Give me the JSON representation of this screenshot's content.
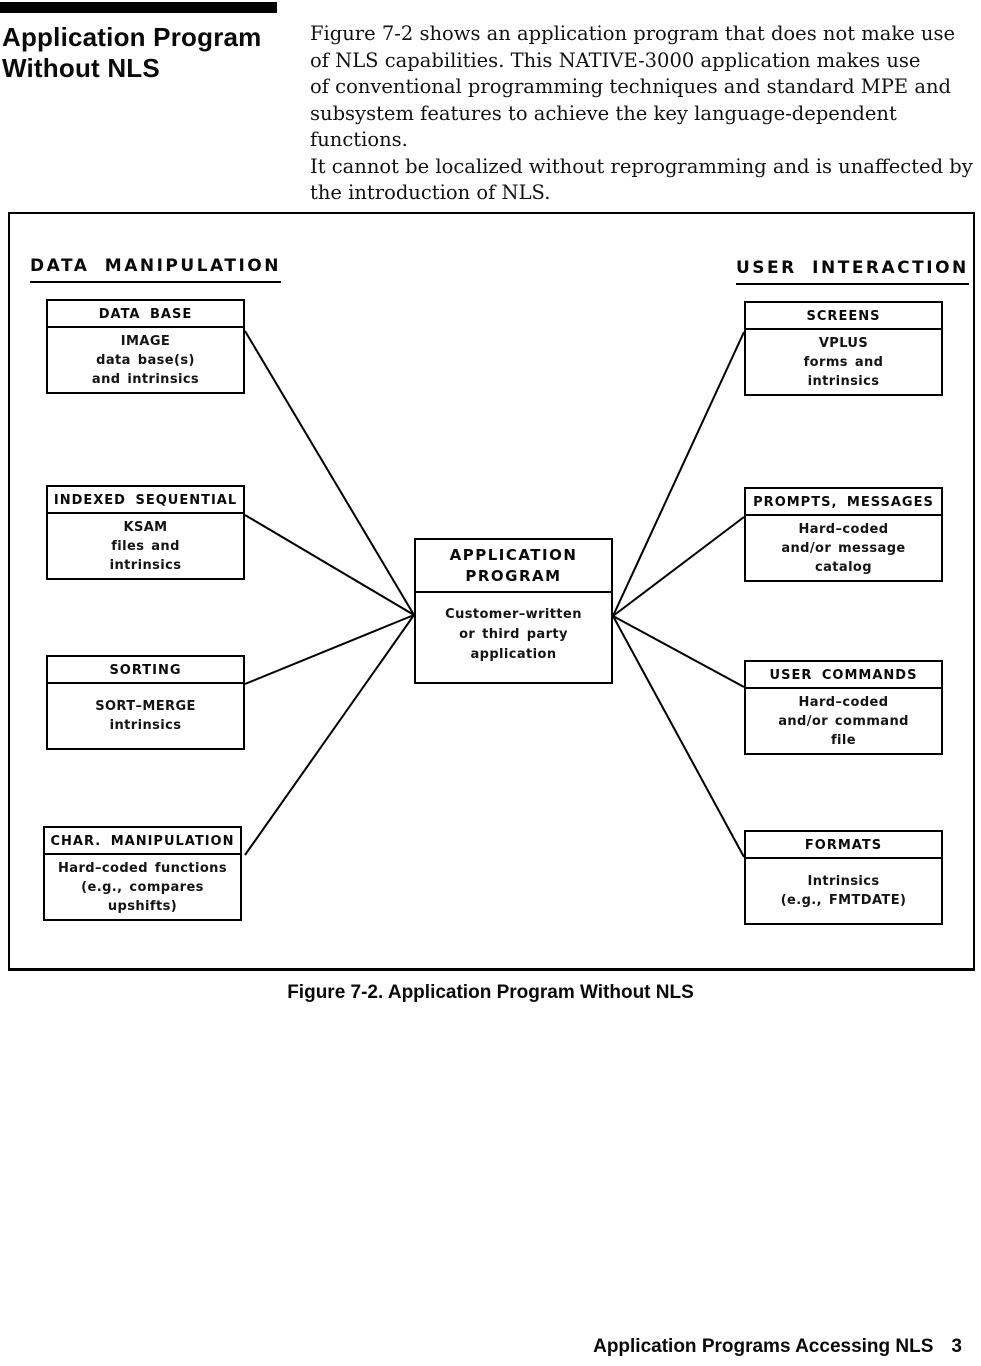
{
  "heading": "Application Program\nWithout NLS",
  "intro_text": "Figure 7-2 shows an application program that does not make use\nof NLS capabilities.  This NATIVE-3000 application makes use\nof conventional programming techniques and standard MPE and\nsubsystem features to achieve the key language-dependent functions.\nIt cannot be localized without reprogramming and is unaffected by\nthe introduction of NLS.",
  "diagram": {
    "left_section": {
      "title": "DATA  MANIPULATION",
      "boxes": [
        {
          "title": "DATA  BASE",
          "body": "IMAGE\ndata  base(s)\nand  intrinsics"
        },
        {
          "title": "INDEXED  SEQUENTIAL",
          "body": "KSAM\nfiles  and\nintrinsics"
        },
        {
          "title": "SORTING",
          "body": "SORT–MERGE\nintrinsics"
        },
        {
          "title": "CHAR.  MANIPULATION",
          "body": "Hard–coded  functions\n(e.g.,  compares\nupshifts)"
        }
      ]
    },
    "center_box": {
      "title": "APPLICATION\nPROGRAM",
      "body": "Customer–written\nor  third  party\napplication"
    },
    "right_section": {
      "title": "USER  INTERACTION",
      "boxes": [
        {
          "title": "SCREENS",
          "body": "VPLUS\nforms  and\nintrinsics"
        },
        {
          "title": "PROMPTS,  MESSAGES",
          "body": "Hard–coded\nand/or  message\ncatalog"
        },
        {
          "title": "USER  COMMANDS",
          "body": "Hard–coded\nand/or  command\nfile"
        },
        {
          "title": "FORMATS",
          "body": "Intrinsics\n(e.g.,  FMTDATE)"
        }
      ]
    }
  },
  "caption": "Figure 7-2. Application Program Without NLS",
  "footer": {
    "text": "Application Programs Accessing NLS",
    "page_number": "3"
  }
}
